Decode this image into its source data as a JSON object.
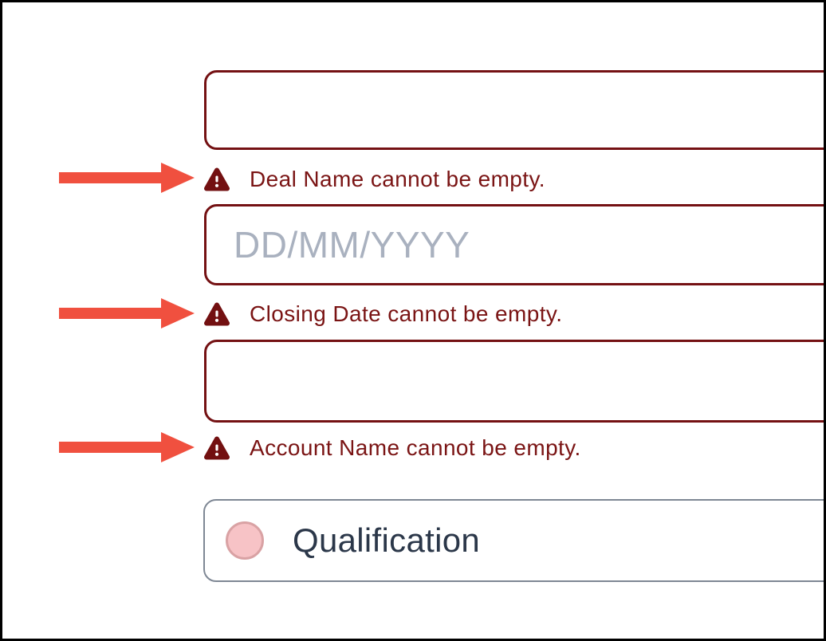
{
  "window": {
    "background": "#ffffff",
    "frame_border": "#000000"
  },
  "form": {
    "fields": [
      {
        "id": "deal-name",
        "value": "",
        "placeholder": "",
        "error": "Deal Name cannot be empty."
      },
      {
        "id": "closing-date",
        "value": "",
        "placeholder": "DD/MM/YYYY",
        "error": "Closing Date cannot be empty."
      },
      {
        "id": "account-name",
        "value": "",
        "placeholder": "",
        "error": "Account Name cannot be empty."
      }
    ],
    "stage_picker": {
      "selected": "Qualification",
      "indicator_color": "#f7c3c6",
      "indicator_border_color": "#d9a2a4"
    }
  },
  "colors": {
    "field_error_border": "#741113",
    "error_text": "#7a1414",
    "warning_icon": "#731011",
    "placeholder_text": "#a9b1bf",
    "stage_text": "#2b3749",
    "stage_border": "#7e8794",
    "annotation_arrow": "#f0503f"
  },
  "annotations": {
    "arrows": [
      {
        "points_to": "deal-name-error"
      },
      {
        "points_to": "closing-date-error"
      },
      {
        "points_to": "account-name-error"
      }
    ]
  }
}
